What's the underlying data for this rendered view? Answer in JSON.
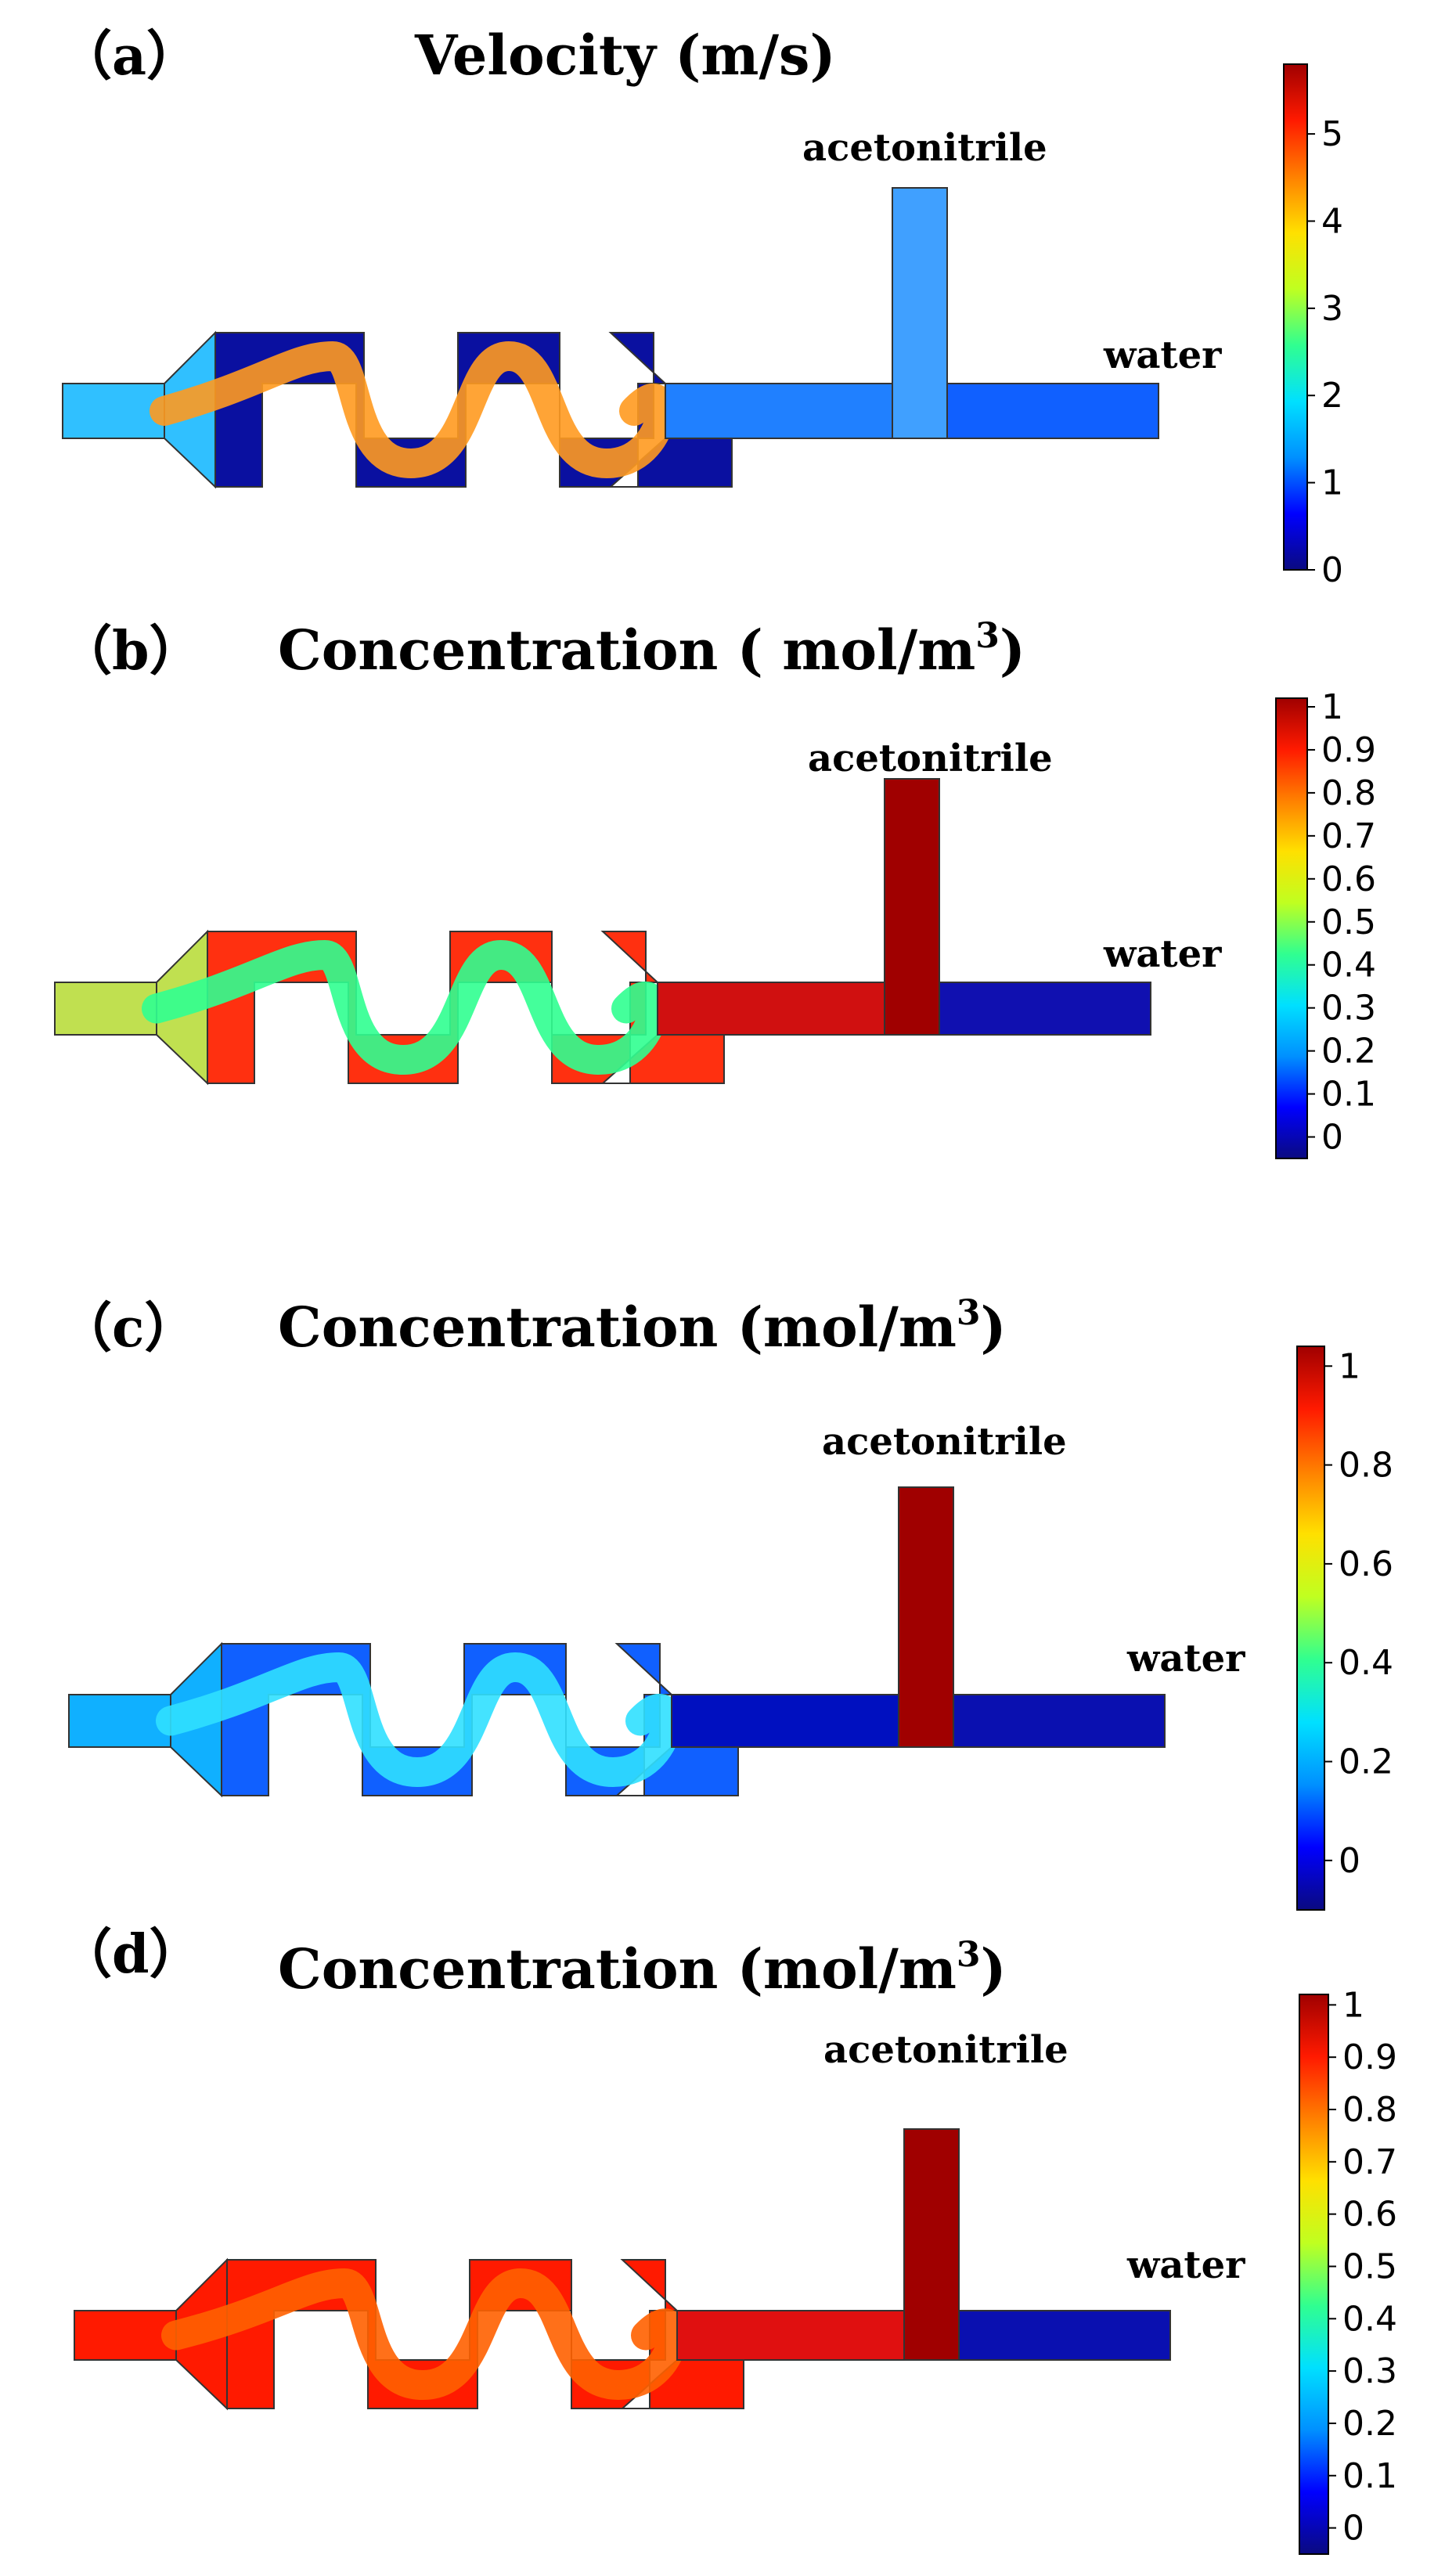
{
  "panels": [
    {
      "id": "a",
      "label": "（a）",
      "title": "Velocity (m/s)",
      "title_sup": "",
      "labels": {
        "top_inlet": "acetonitrile",
        "side_inlet": "water"
      },
      "colorbar": {
        "min": 0,
        "max": 5.8,
        "ticks": [
          "0",
          "1",
          "2",
          "3",
          "4",
          "5"
        ],
        "tick_values": [
          0,
          1,
          2,
          3,
          4,
          5
        ]
      },
      "field": "velocity"
    },
    {
      "id": "b",
      "label": "（b）",
      "title": "Concentration ( mol/m",
      "title_sup": "3",
      "title_end": ")",
      "labels": {
        "top_inlet": "acetonitrile",
        "side_inlet": "water"
      },
      "colorbar": {
        "min": -0.05,
        "max": 1.02,
        "ticks": [
          "0",
          "0.1",
          "0.2",
          "0.3",
          "0.4",
          "0.5",
          "0.6",
          "0.7",
          "0.8",
          "0.9",
          "1"
        ],
        "tick_values": [
          0,
          0.1,
          0.2,
          0.3,
          0.4,
          0.5,
          0.6,
          0.7,
          0.8,
          0.9,
          1
        ]
      },
      "field": "conc_mid"
    },
    {
      "id": "c",
      "label": "（c）",
      "title": "Concentration (mol/m",
      "title_sup": "3",
      "title_end": ")",
      "labels": {
        "top_inlet": "acetonitrile",
        "side_inlet": "water"
      },
      "colorbar": {
        "min": -0.1,
        "max": 1.04,
        "ticks": [
          "0",
          "0.2",
          "0.4",
          "0.6",
          "0.8",
          "1"
        ],
        "tick_values": [
          0,
          0.2,
          0.4,
          0.6,
          0.8,
          1
        ]
      },
      "field": "conc_low"
    },
    {
      "id": "d",
      "label": "（d）",
      "title": "Concentration (mol/m",
      "title_sup": "3",
      "title_end": ")",
      "labels": {
        "top_inlet": "acetonitrile",
        "side_inlet": "water"
      },
      "colorbar": {
        "min": -0.05,
        "max": 1.02,
        "ticks": [
          "0",
          "0.1",
          "0.2",
          "0.3",
          "0.4",
          "0.5",
          "0.6",
          "0.7",
          "0.8",
          "0.9",
          "1"
        ],
        "tick_values": [
          0,
          0.1,
          0.2,
          0.3,
          0.4,
          0.5,
          0.6,
          0.7,
          0.8,
          0.9,
          1
        ]
      },
      "field": "conc_high"
    }
  ],
  "colormap": [
    "#0a0a80",
    "#0000ff",
    "#0090ff",
    "#00e0ff",
    "#30ff90",
    "#c0ff20",
    "#ffe000",
    "#ff8000",
    "#ff1a00",
    "#a00000"
  ]
}
